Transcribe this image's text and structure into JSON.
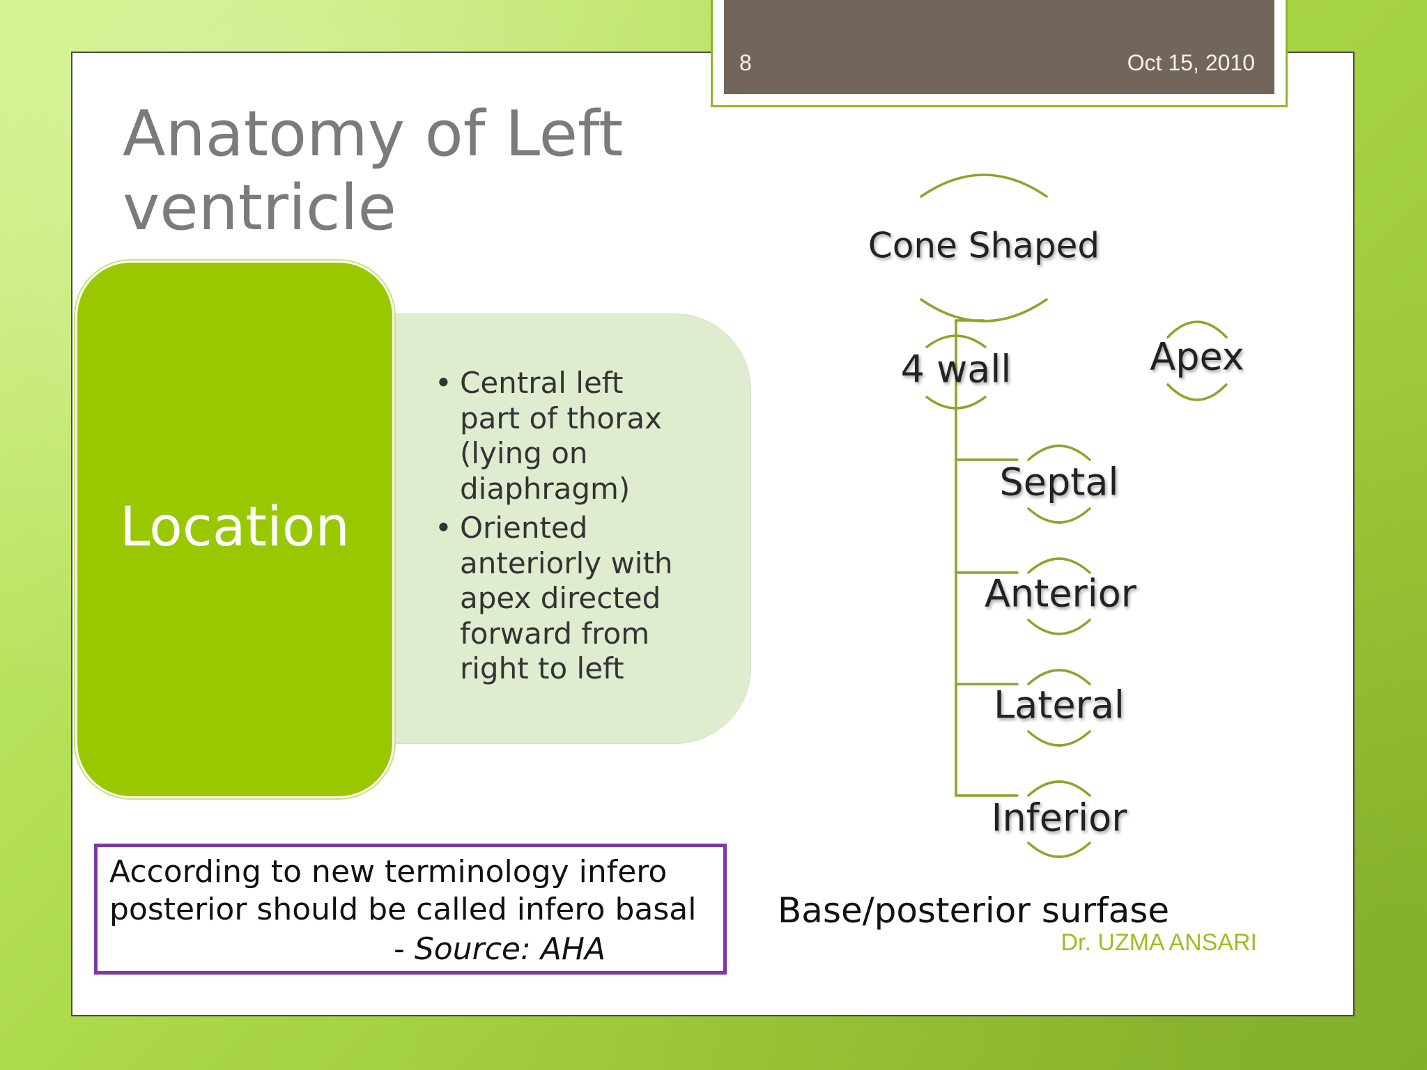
{
  "header": {
    "slide_number": "8",
    "date": "Oct 15, 2010"
  },
  "title": {
    "line1": "Anatomy of Left",
    "line2": "ventricle"
  },
  "location": {
    "label": "Location",
    "bullets": [
      {
        "lines": [
          "Central left",
          "part of thorax",
          "(lying on",
          "diaphragm)"
        ]
      },
      {
        "lines": [
          "Oriented",
          "anteriorly with",
          "apex directed",
          "forward from",
          "right to left"
        ]
      }
    ]
  },
  "diagram": {
    "root": "Cone Shaped",
    "wall": "4 wall",
    "apex": "Apex",
    "walls": [
      "Septal",
      "Anterior",
      "Lateral",
      "Inferior"
    ],
    "caption": "Base/posterior surfase"
  },
  "note": {
    "line1": "According to new terminology infero",
    "line2": "posterior should be called infero basal",
    "source_prefix": "- ",
    "source": "Source: AHA"
  },
  "footer": {
    "author": "Dr. UZMA ANSARI"
  },
  "colors": {
    "accent_green": "#99c800",
    "panel_green": "#dfeccf",
    "header_brown": "#72665a",
    "note_border": "#7a3aa8",
    "author_green": "#9cbf1e"
  }
}
